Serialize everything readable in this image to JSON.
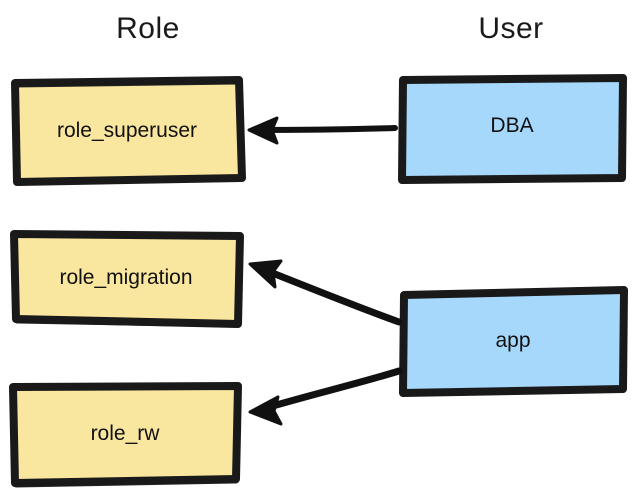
{
  "diagram": {
    "title_columns": {
      "role": "Role",
      "user": "User"
    },
    "nodes": [
      {
        "id": "role_superuser",
        "label": "role_superuser",
        "kind": "role",
        "fill": "#FAE79F",
        "stroke": "#1a1a1a"
      },
      {
        "id": "role_migration",
        "label": "role_migration",
        "kind": "role",
        "fill": "#FAE79F",
        "stroke": "#1a1a1a"
      },
      {
        "id": "role_rw",
        "label": "role_rw",
        "kind": "role",
        "fill": "#FAE79F",
        "stroke": "#1a1a1a"
      },
      {
        "id": "dba",
        "label": "DBA",
        "kind": "user",
        "fill": "#A6D8FB",
        "stroke": "#1a1a1a"
      },
      {
        "id": "app",
        "label": "app",
        "kind": "user",
        "fill": "#A6D8FB",
        "stroke": "#1a1a1a"
      }
    ],
    "edges": [
      {
        "id": "dba-to-role-superuser",
        "from": "dba",
        "to": "role_superuser",
        "style": "arrow",
        "color": "#111111"
      },
      {
        "id": "app-to-role-migration",
        "from": "app",
        "to": "role_migration",
        "style": "arrow",
        "color": "#111111"
      },
      {
        "id": "app-to-role-rw",
        "from": "app",
        "to": "role_rw",
        "style": "arrow",
        "color": "#111111"
      }
    ],
    "colors": {
      "role_fill": "#FAE79F",
      "user_fill": "#A6D8FB",
      "stroke": "#1a1a1a",
      "background": "#ffffff",
      "text": "#111111"
    }
  }
}
